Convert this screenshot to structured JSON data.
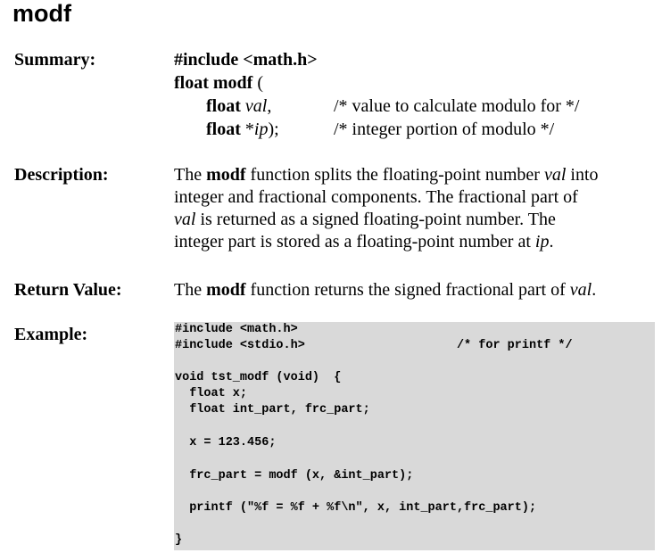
{
  "title": "modf",
  "labels": {
    "summary": "Summary:",
    "description": "Description:",
    "return_value": "Return Value:",
    "example": "Example:"
  },
  "summary": {
    "include": "#include <math.h>",
    "func_type": "float",
    "func_name": "modf",
    "open": "(",
    "p1_type": "float",
    "p1_name": "val",
    "p1_punct": ",",
    "p1_comment": "/* value to calculate modulo for */",
    "p2_type": "float",
    "p2_star": "*",
    "p2_name": "ip",
    "p2_punct": ");",
    "p2_comment": "/* integer portion of modulo */"
  },
  "description": {
    "l1_a": "The ",
    "l1_b": "modf",
    "l1_c": " function splits the floating-point number ",
    "l1_d": "val",
    "l1_e": " into",
    "l2": "integer and fractional components.  The fractional part of",
    "l3_a": "val",
    "l3_b": " is returned as a signed floating-point number.  The",
    "l4_a": "integer part is stored as a floating-point number at ",
    "l4_b": "ip",
    "l4_c": "."
  },
  "return_value": {
    "a": "The ",
    "b": "modf",
    "c": " function returns the signed fractional part of ",
    "d": "val",
    "e": "."
  },
  "example_code": [
    "#include <math.h>",
    "#include <stdio.h>                     /* for printf */",
    "void tst_modf (void)  {",
    "  float x;",
    "  float int_part, frc_part;",
    "  x = 123.456;",
    "  frc_part = modf (x, &int_part);",
    "  printf (\"%f = %f + %f\\n\", x, int_part,frc_part);",
    "}"
  ]
}
